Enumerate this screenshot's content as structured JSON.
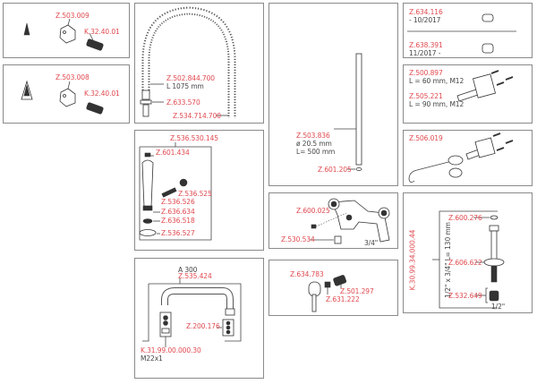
{
  "panels": {
    "spray_head_1": {
      "part": "Z.503.009",
      "cartridge": "K.32.40.01"
    },
    "spray_head_2": {
      "part": "Z.503.008",
      "cartridge": "K.32.40.01"
    },
    "hose": {
      "hose_part": "Z.502.844.700",
      "hose_length": "L 1075 mm",
      "ring": "Z.633.570",
      "spring": "Z.534.714.700"
    },
    "handle_set": {
      "set": "Z.536.530.145",
      "cap": "Z.601.434",
      "nut": "Z.536.525",
      "insert": "Z.536.526",
      "seal_1": "Z.636.634",
      "seal_2": "Z.636.518",
      "base": "Z.536.527"
    },
    "pipe": {
      "part": "Z.503.836",
      "diameter": "ø 20.5 mm",
      "length": "L= 500 mm",
      "ring": "Z.601.205"
    },
    "valve_body": {
      "screw": "Z.600.025",
      "nut": "Z.530.534",
      "thread": "3/4\""
    },
    "lever": {
      "lever": "Z.634.783",
      "cartridge": "Z.501.297",
      "screw": "Z.631.222"
    },
    "spout": {
      "model": "A 300",
      "part": "Z.535.424",
      "filter": "Z.200.176",
      "aerator": "K.31.99.00.000.30",
      "thread": "M22x1"
    },
    "sleeve": {
      "part_old": "Z.634.116",
      "date_old": "- 10/2017",
      "part_new": "Z.638.391",
      "date_new": "11/2017 -"
    },
    "wall_bracket": {
      "part_1": "Z.500.897",
      "spec_1": "L = 60 mm, M12",
      "part_2": "Z.505.221",
      "spec_2": "L = 90 mm, M12"
    },
    "hook": {
      "part": "Z.506.019"
    },
    "connector": {
      "set": "K.30.99.34.000.44",
      "set_spec": "1/2\" x 3/4\" L= 130 mm",
      "seal": "Z.600.276",
      "body": "Z.606.622",
      "filter": "Z.532.649",
      "thread": "1/2\""
    }
  }
}
